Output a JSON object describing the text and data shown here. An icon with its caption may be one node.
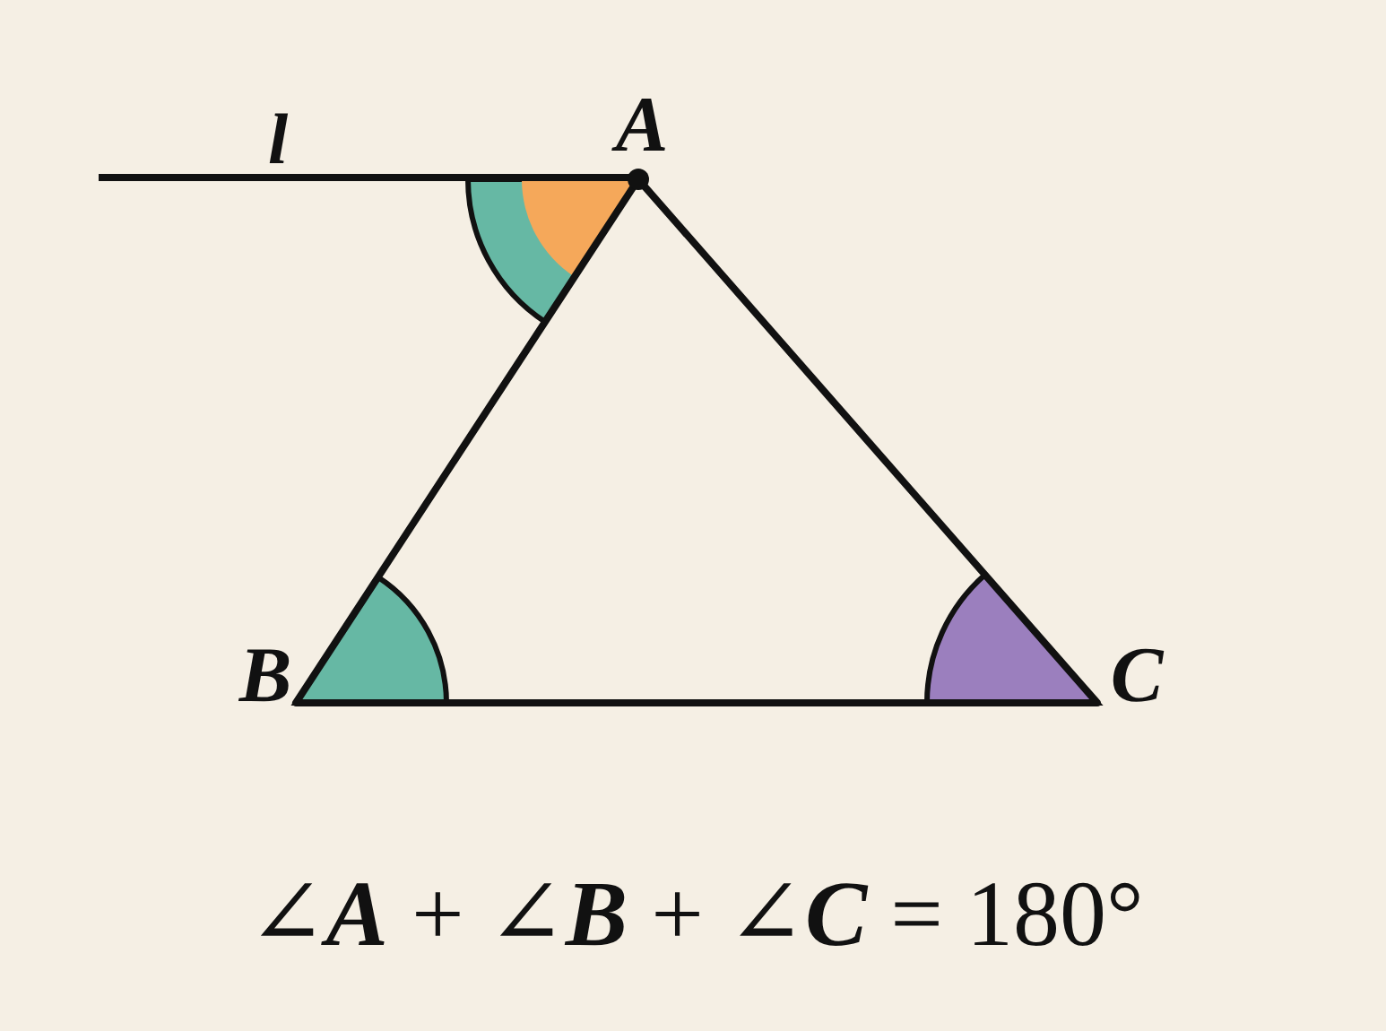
{
  "diagram": {
    "labels": [
      "l",
      "A",
      "B",
      "C",
      "∠**A** + ∠**B** + ∠**C** = 180°"
    ]
  }
}
